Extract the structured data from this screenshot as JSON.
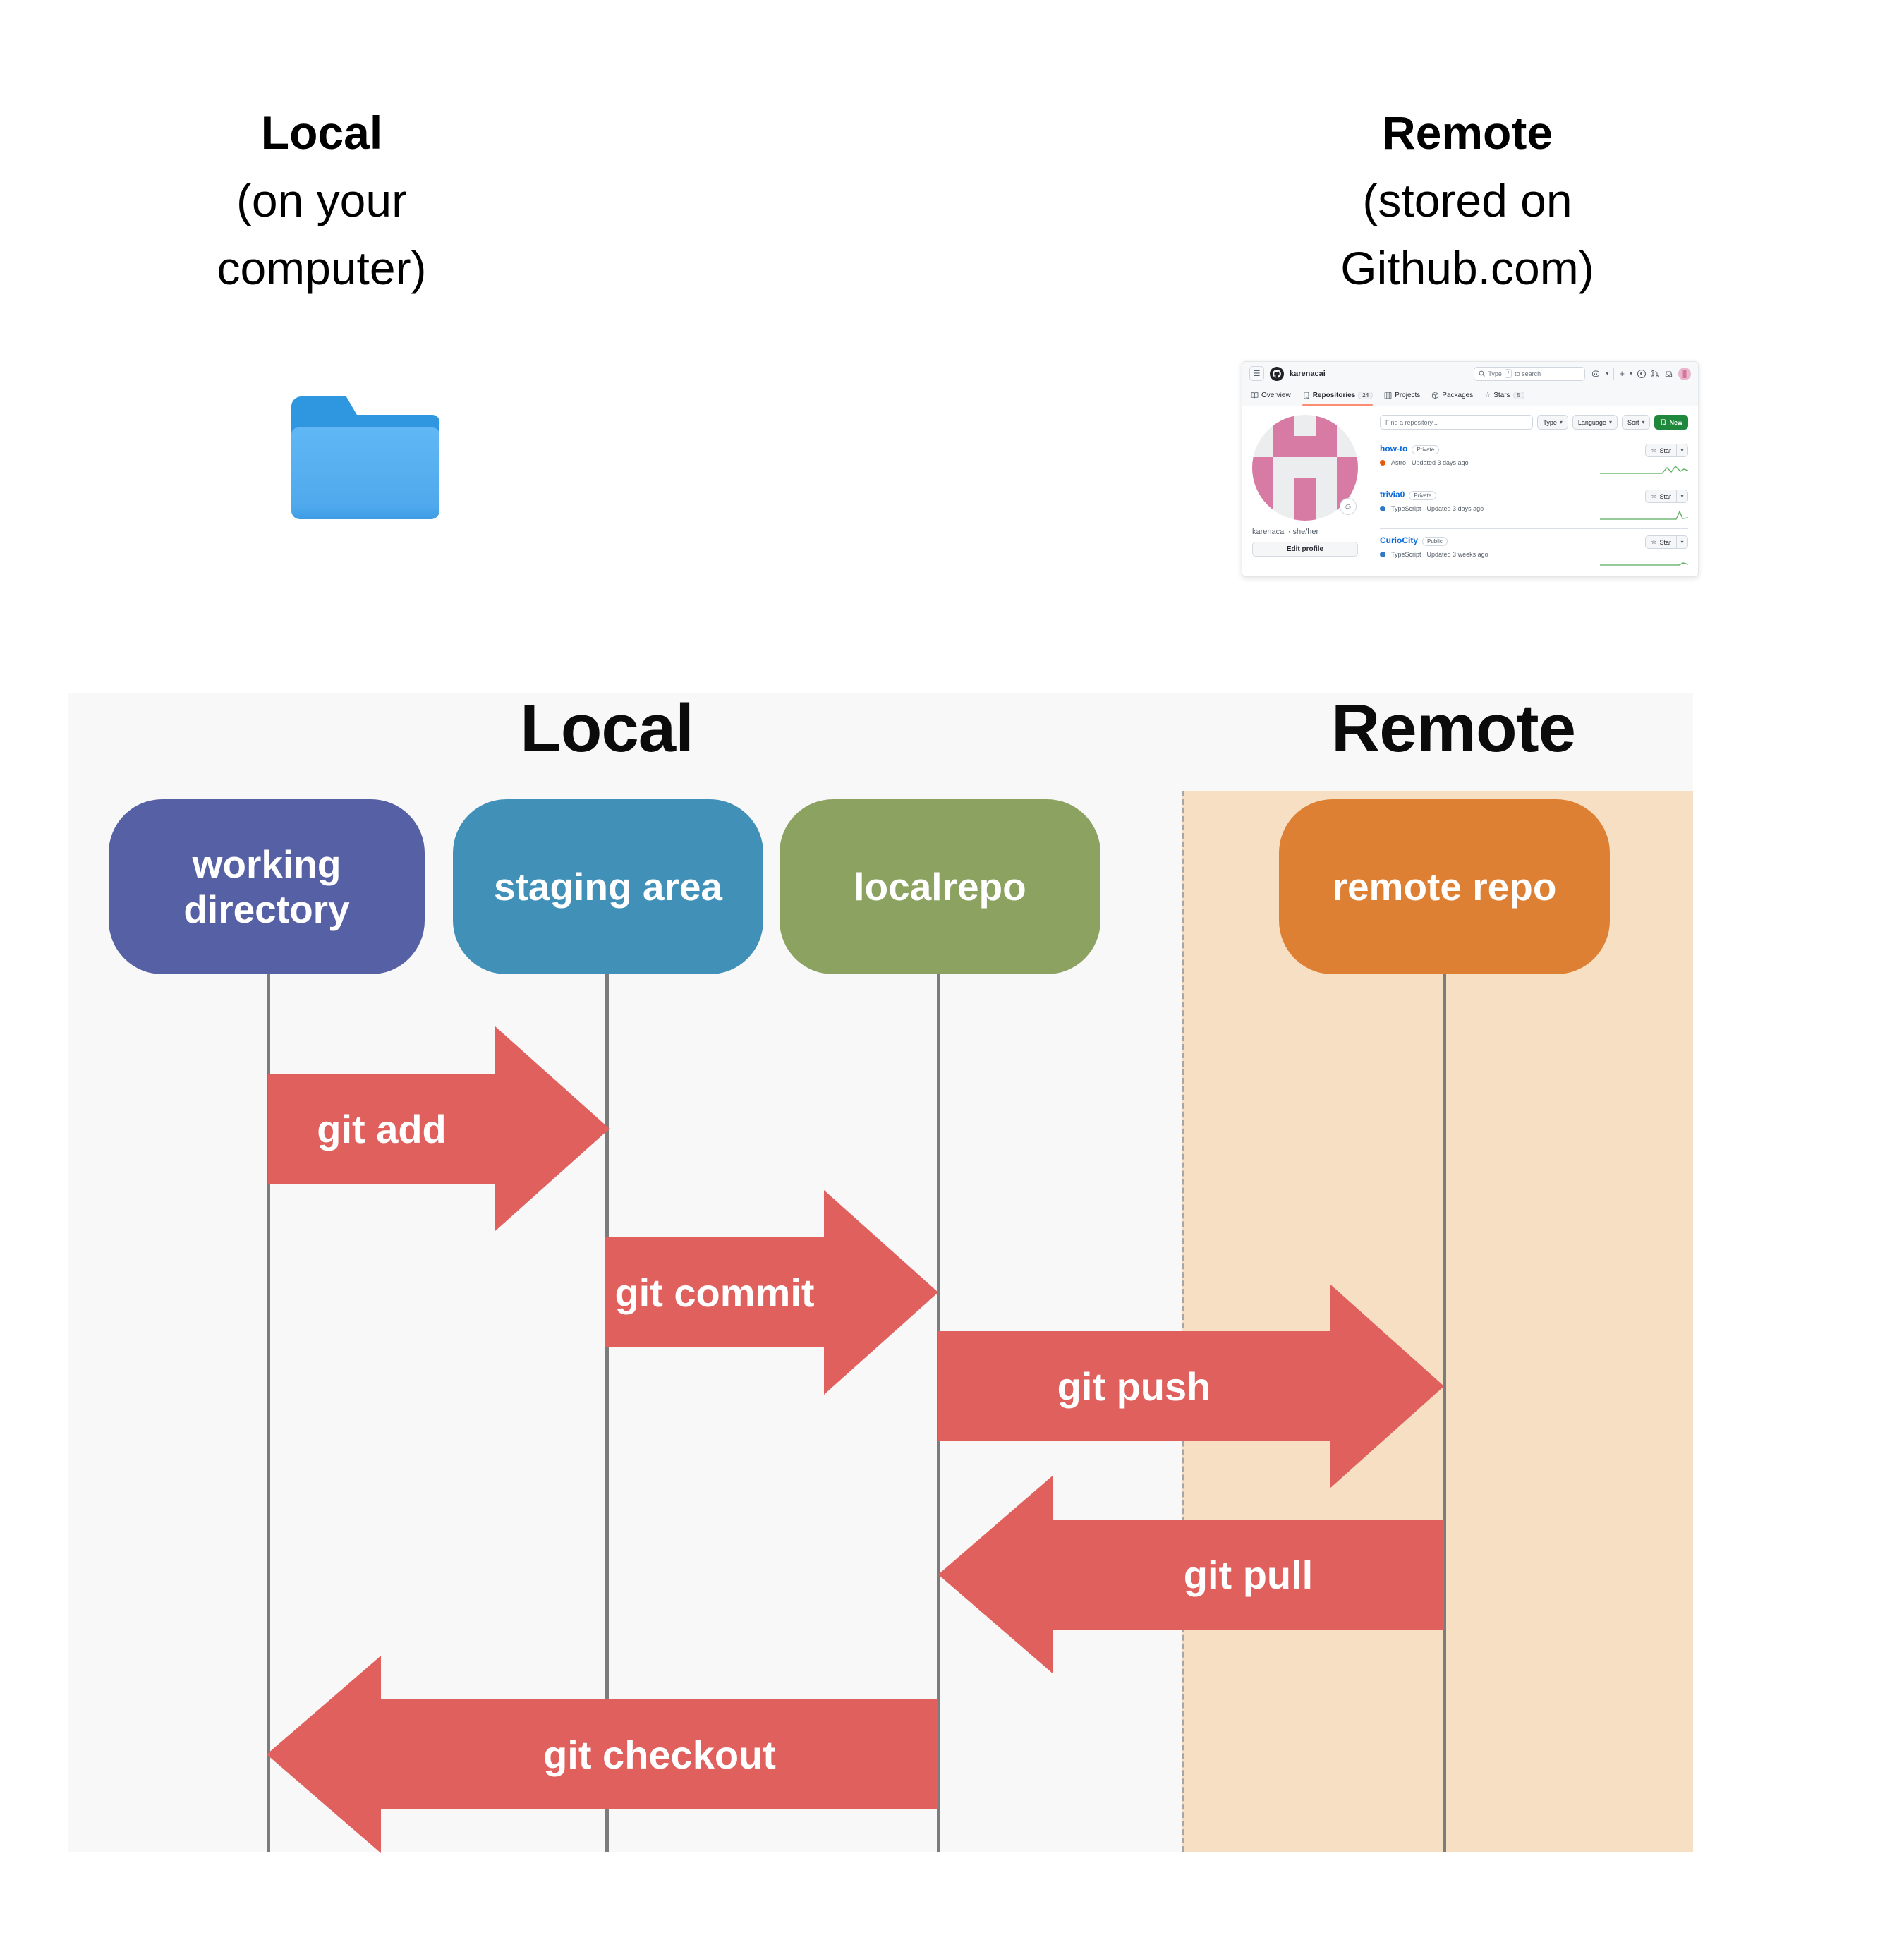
{
  "header_labels": {
    "local": {
      "title": "Local",
      "line2": "(on your",
      "line3": "computer)"
    },
    "remote": {
      "title": "Remote",
      "line2": "(stored on",
      "line3": "Github.com)"
    }
  },
  "github_screenshot": {
    "username": "karenacai",
    "search": {
      "prefix": "Type",
      "slash": "/",
      "suffix": "to search"
    },
    "tabs": {
      "overview": "Overview",
      "repositories": "Repositories",
      "repositories_count": "24",
      "projects": "Projects",
      "packages": "Packages",
      "stars": "Stars",
      "stars_count": "5"
    },
    "find_placeholder": "Find a repository...",
    "filter_type": "Type",
    "filter_language": "Language",
    "filter_sort": "Sort",
    "new_button": "New",
    "profile": {
      "name": "karenacai · she/her",
      "edit_button": "Edit profile"
    },
    "repos": [
      {
        "name": "how-to",
        "visibility": "Private",
        "language": "Astro",
        "language_color": "#e8590c",
        "updated": "Updated 3 days ago",
        "star": "Star"
      },
      {
        "name": "trivia0",
        "visibility": "Private",
        "language": "TypeScript",
        "language_color": "#3178c6",
        "updated": "Updated 3 days ago",
        "star": "Star"
      },
      {
        "name": "CurioCity",
        "visibility": "Public",
        "language": "TypeScript",
        "language_color": "#3178c6",
        "updated": "Updated 3 weeks ago",
        "star": "Star"
      }
    ]
  },
  "diagram": {
    "local_title": "Local",
    "remote_title": "Remote",
    "boxes": [
      {
        "label": "working directory",
        "color": "#5560a5"
      },
      {
        "label": "staging area",
        "color": "#4090b8"
      },
      {
        "label": "localrepo",
        "color": "#8ba261"
      },
      {
        "label": "remote repo",
        "color": "#de8034"
      }
    ],
    "arrows": [
      {
        "label": "git add"
      },
      {
        "label": "git commit"
      },
      {
        "label": "git push"
      },
      {
        "label": "git pull"
      },
      {
        "label": "git checkout"
      }
    ],
    "colors": {
      "arrow": "#e0605e",
      "remote_panel": "#f6dfc3",
      "panel": "#f8f8f8",
      "line": "#7c7c7c"
    }
  }
}
